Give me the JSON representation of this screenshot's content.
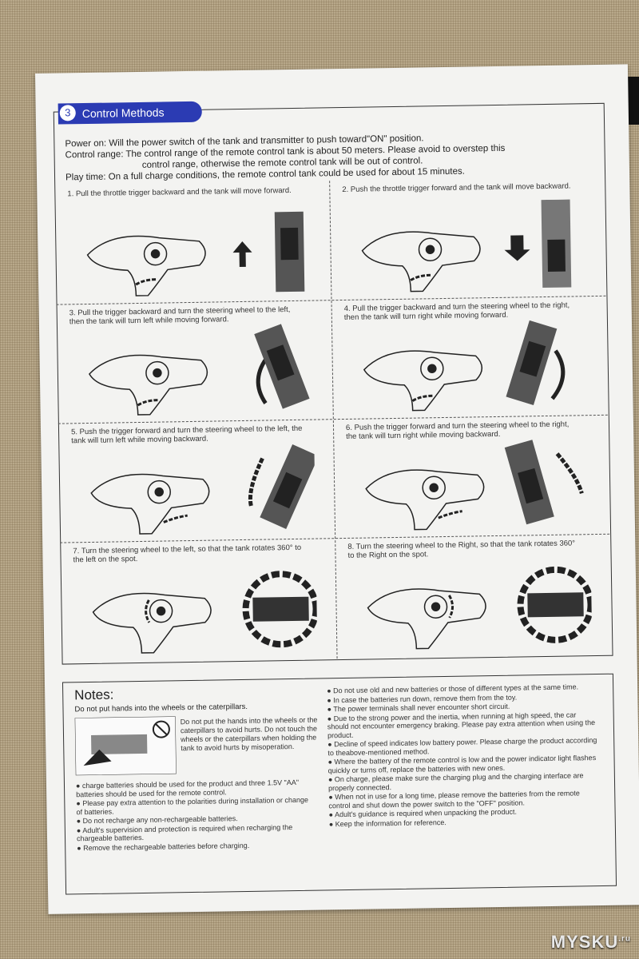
{
  "section": {
    "number": "3",
    "title": "Control Methods"
  },
  "intro": {
    "power_on": "Power on: Will the power switch of the tank and transmitter to push toward\"ON\" position.",
    "control_range_1": "Control range: The control range of the remote control tank is about 50 meters. Please avoid to overstep this",
    "control_range_2": "control range, otherwise the remote control tank will be out of control.",
    "play_time": "Play time: On a full charge conditions, the remote control tank could be used for about 15 minutes."
  },
  "steps": [
    {
      "text": "1. Pull the throttle trigger backward and the tank will move forward."
    },
    {
      "text": "2. Push the throttle trigger forward and the tank will move backward."
    },
    {
      "text": "3. Pull the trigger backward and turn the steering wheel to the left, then the tank will turn left while moving forward."
    },
    {
      "text": "4. Pull the trigger backward and turn the steering wheel to the right, then the tank  will turn right while moving forward."
    },
    {
      "text": "5. Push the trigger forward and turn the steering wheel to the left, the tank will turn left while moving backward."
    },
    {
      "text": "6. Push the trigger forward and turn the steering wheel to the right, the tank will turn right while moving backward."
    },
    {
      "text": "7. Turn the steering wheel to the left, so that the tank rotates 360° to the left on the spot."
    },
    {
      "text": "8. Turn the steering wheel to the Right, so that the tank rotates 360° to the Right on the spot."
    }
  ],
  "notes": {
    "title": "Notes:",
    "subtitle": "Do not put hands into the wheels or the caterpillars.",
    "warning": "Do not put the hands into the wheels or the caterpillars to avoid hurts. Do not touch the wheels or the caterpillars when holding the tank to avoid hurts by misoperation.",
    "left": [
      "charge batteries should be used for the product and three 1.5V \"AA\" batteries should be used for the remote control.",
      "Please pay extra attention to the polarities during installation or change of batteries.",
      "Do not recharge any non-rechargeable batteries.",
      "Adult's supervision and protection is required when recharging the chargeable batteries.",
      "Remove the rechargeable batteries before charging."
    ],
    "right": [
      "Do not use old and new batteries or those of different types at the same time.",
      "In case the batteries run down, remove them from the toy.",
      "The power terminals shall never encounter short circuit.",
      "Due to the strong power and the inertia, when running at high speed, the car should not encounter emergency braking. Please pay extra attention when using the product.",
      "Decline of speed indicates low battery power. Please charge the product according to theabove-mentioned method.",
      "Where the battery of the remote control is low and the power indicator light flashes quickly or turns off, replace the batteries with new ones.",
      "On charge, please make sure the charging plug and the charging interface are properly connected.",
      "When not in use for a long time, please remove the batteries from the remote control and shut down the power switch to the \"OFF\" position.",
      "Adult's guidance is required when unpacking the product.",
      "Keep the information for reference."
    ]
  },
  "watermark": {
    "text": "MYSKU",
    "suffix": ".ru"
  }
}
